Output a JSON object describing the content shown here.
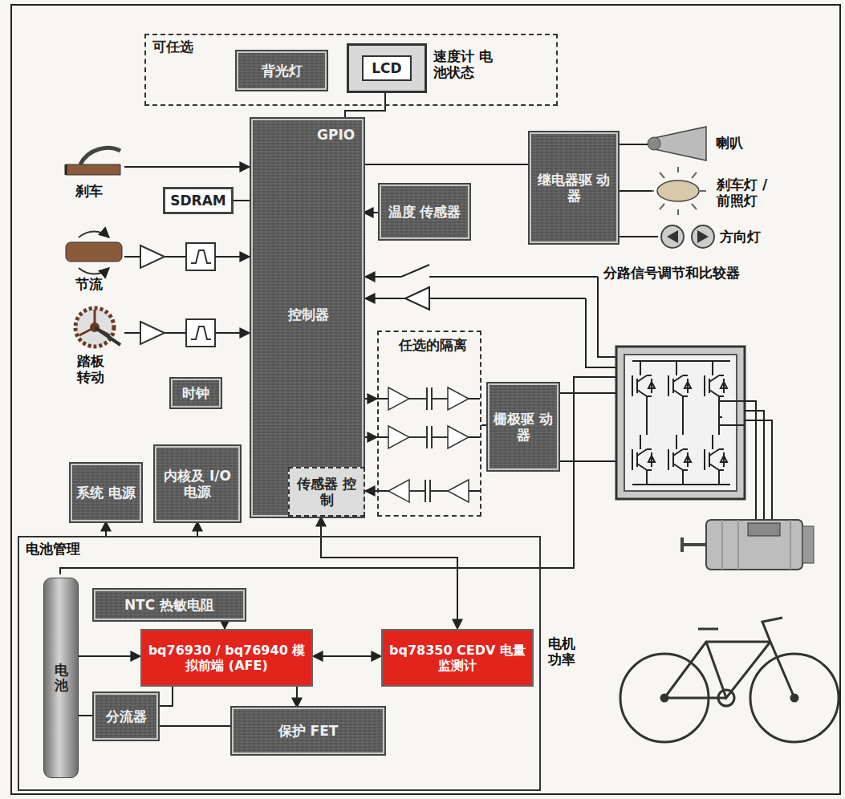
{
  "diagram": {
    "nodes": [
      {
        "text": [
          "可任选"
        ]
      },
      {
        "text": [
          "背光灯"
        ],
        "in": 0
      },
      {
        "text": [
          "LCD"
        ],
        "in": 0
      },
      {
        "text": [
          "GPIO",
          "控制器"
        ]
      },
      {
        "text": [
          "传感器 控制"
        ],
        "in": 3
      },
      {
        "text": [
          "SDRAM"
        ]
      },
      {
        "text": [
          "时钟"
        ]
      },
      {
        "text": [
          "温度 传感器"
        ]
      },
      {
        "text": [
          "继电器驱 动器"
        ]
      },
      {
        "text": [
          "任选的隔离"
        ]
      },
      {
        "text": [
          "栅极驱 动器"
        ]
      },
      {
        "text": [
          "系统 电源"
        ]
      },
      {
        "text": [
          "内核及 I/O 电源"
        ]
      },
      {
        "text": [
          "电池管理"
        ]
      },
      {
        "text": [
          "电池"
        ],
        "in": 13
      },
      {
        "text": [
          "NTC 热敏电阻"
        ],
        "in": 13
      },
      {
        "text": [
          "bq76930 / bq76940 模拟前端 (AFE)"
        ],
        "in": 13
      },
      {
        "text": [
          "bq78350 CEDV 电量监测计"
        ],
        "in": 13
      },
      {
        "text": [
          "分流器"
        ],
        "in": 13
      },
      {
        "text": [
          "保护 FET"
        ],
        "in": 13
      }
    ],
    "edges": [
      {
        "from": 3,
        "to": 2,
        "arrow": "none"
      },
      {
        "from": 5,
        "to": 3,
        "arrow": "none"
      },
      {
        "from": 3,
        "to": 8,
        "arrow": "none"
      },
      {
        "from": 7,
        "to": 3,
        "arrow": "to"
      },
      {
        "from": 3,
        "to": 9,
        "arrow": "to"
      },
      {
        "from": 9,
        "to": 10,
        "arrow": "none"
      },
      {
        "from": 9,
        "to": 4,
        "arrow": "to"
      },
      {
        "from": 4,
        "to": 17,
        "arrow": "both"
      },
      {
        "from": 13,
        "to": 11,
        "arrow": "to"
      },
      {
        "from": 13,
        "to": 12,
        "arrow": "to"
      },
      {
        "from": 15,
        "to": 16,
        "arrow": "to"
      },
      {
        "from": 14,
        "to": 16,
        "arrow": "to"
      },
      {
        "from": 16,
        "to": 17,
        "arrow": "both"
      },
      {
        "from": 16,
        "to": 19,
        "arrow": "to"
      },
      {
        "from": 16,
        "to": 18,
        "arrow": "none"
      },
      {
        "from": 14,
        "to": 18,
        "arrow": "none"
      },
      {
        "from": 18,
        "to": 19,
        "arrow": "none"
      }
    ],
    "labels": [
      "速度计 电池状态",
      "刹车",
      "节流",
      "踏板 转动",
      "喇叭",
      "刹车灯 / 前照灯",
      "方向灯",
      "分路信号调节和比较器",
      "电机 功率"
    ]
  }
}
